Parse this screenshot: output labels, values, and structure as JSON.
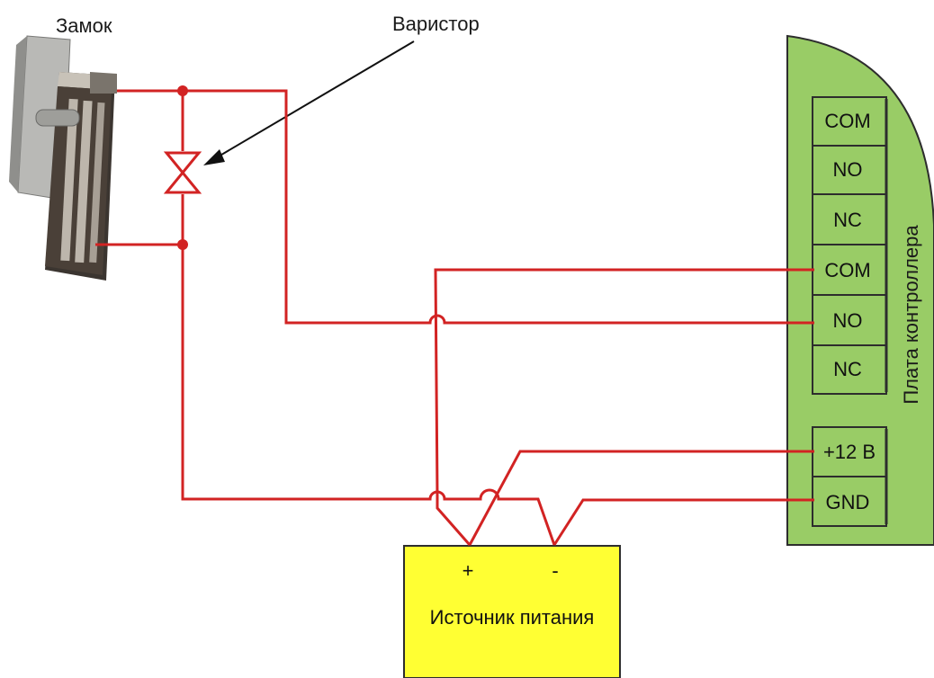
{
  "labels": {
    "lock": "Замок",
    "varistor": "Варистор",
    "controller_board": "Плата контроллера",
    "power_supply": "Источник питания",
    "psu_plus": "+",
    "psu_minus": "-"
  },
  "terminals": {
    "relay1": [
      "COM",
      "NO",
      "NC"
    ],
    "relay2": [
      "COM",
      "NO",
      "NC"
    ],
    "power": [
      "+12 В",
      "GND"
    ]
  },
  "colors": {
    "wire": "#d22323",
    "board": "#99cc66",
    "psu": "#ffff33",
    "terminal": "#a6d27a",
    "node": "#d22323"
  }
}
